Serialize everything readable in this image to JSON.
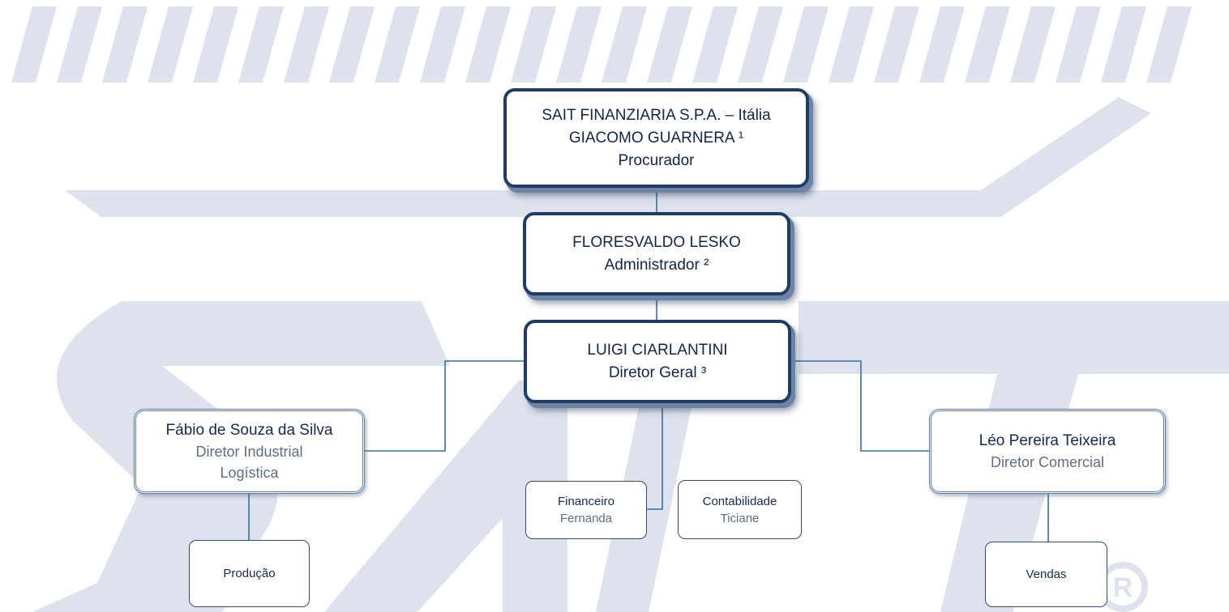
{
  "colors": {
    "watermark": "#dde2ec",
    "node_border": "#1e3c66",
    "connector": "#3a6ea5",
    "name_text": "#142a52",
    "role_text": "#5e6e82"
  },
  "org": {
    "owner": {
      "line1": "SAIT FINANZIARIA S.P.A. – Itália",
      "line2": "GIACOMO GUARNERA ¹",
      "line3": "Procurador"
    },
    "admin": {
      "name": "FLORESVALDO LESKO",
      "role": "Administrador ²"
    },
    "director": {
      "name": "LUIGI CIARLANTINI",
      "role": "Diretor Geral ³"
    },
    "industrial": {
      "name": "Fábio  de Souza da Silva",
      "role": "Diretor Industrial",
      "area": "Logística"
    },
    "commercial": {
      "name": "Léo Pereira Teixeira",
      "role": "Diretor Comercial"
    },
    "finance": {
      "dept": "Financeiro",
      "person": "Fernanda"
    },
    "accounting": {
      "dept": "Contabilidade",
      "person": "Ticiane"
    },
    "production": {
      "dept": "Produção"
    },
    "sales": {
      "dept": "Vendas"
    }
  }
}
